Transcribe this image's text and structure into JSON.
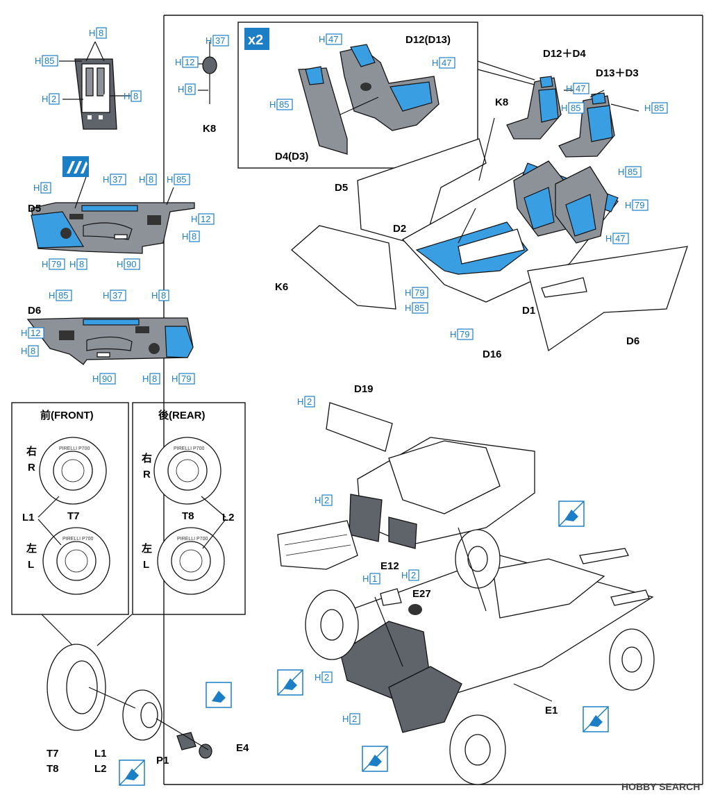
{
  "labels": {
    "d12_d13": "D12(D13)",
    "d4_d3": "D4(D3)",
    "d12_d4": "D12＋D4",
    "d13_d3": "D13＋D3",
    "k8_top": "K8",
    "k8_left": "K8",
    "d5_left": "D5",
    "d5_main": "D5",
    "d2": "D2",
    "k6": "K6",
    "d1": "D1",
    "d6_main": "D6",
    "d6_left": "D6",
    "d16": "D16",
    "d19": "D19",
    "e12": "E12",
    "e27": "E27",
    "e1": "E1",
    "e4": "E4",
    "p1": "P1",
    "t7_bottom": "T7",
    "t8_bottom": "T8",
    "l1_bottom": "L1",
    "l2_bottom": "L2"
  },
  "times_badge": "x2",
  "h_prefix": "H",
  "color_codes": {
    "h8_a": "8",
    "h85_a": "85",
    "h2_a": "2",
    "h8_b": "8",
    "h37_a": "37",
    "h12_a": "12",
    "h8_c": "8",
    "h47_a": "47",
    "h47_b": "47",
    "h85_b": "85",
    "h47_c": "47",
    "h85_c": "85",
    "h85_d": "85",
    "h85_e": "85",
    "h79_a": "79",
    "h47_d": "47",
    "h37_b": "37",
    "h8_d": "8",
    "h85_f": "85",
    "h8_e": "8",
    "h12_b": "12",
    "h8_f": "8",
    "h79_b": "79",
    "h8_g": "8",
    "h90_a": "90",
    "h85_g": "85",
    "h37_c": "37",
    "h8_h": "8",
    "h12_c": "12",
    "h8_i": "8",
    "h90_b": "90",
    "h8_j": "8",
    "h79_c": "79",
    "h79_d": "79",
    "h85_h": "85",
    "h79_e": "79",
    "h2_b": "2",
    "h2_c": "2",
    "h1_a": "1",
    "h2_d": "2",
    "h2_e": "2",
    "h2_f": "2"
  },
  "wheel_panel": {
    "front_title": "前(FRONT)",
    "rear_title": "後(REAR)",
    "right_kanji": "右",
    "right_letter": "R",
    "left_kanji": "左",
    "left_letter": "L",
    "t7": "T7",
    "t8": "T8",
    "l1": "L1",
    "l2": "L2",
    "tire_brand": "PIRELLI P700"
  },
  "watermark": "HOBBY SEARCH",
  "colors": {
    "accent_blue": "#3a9ee2",
    "code_blue": "#1c7fc6",
    "body_grey": "#8d9198",
    "dark_grey": "#5f636a"
  },
  "icons": [
    "cement-glue-icon",
    "no-glue-icon",
    "hlj-logo-icon"
  ]
}
